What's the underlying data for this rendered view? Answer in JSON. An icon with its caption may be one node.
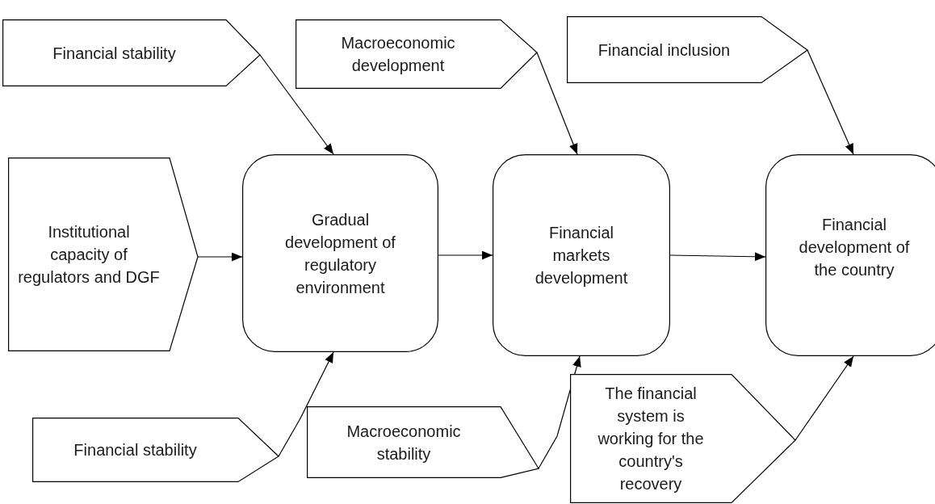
{
  "diagram": {
    "nodes": [
      {
        "text": [
          "Financial stability"
        ]
      },
      {
        "text": [
          "Macroeconomic development"
        ]
      },
      {
        "text": [
          "Financial inclusion"
        ]
      },
      {
        "text": [
          "Institutional capacity of regulators and DGF"
        ]
      },
      {
        "text": [
          "Gradual development of regulatory environment"
        ]
      },
      {
        "text": [
          "Financial markets development"
        ]
      },
      {
        "text": [
          "Financial development of the country"
        ]
      },
      {
        "text": [
          "Financial stability"
        ]
      },
      {
        "text": [
          "Macroeconomic stability"
        ]
      },
      {
        "text": [
          "The financial system is working for the country's recovery"
        ]
      }
    ],
    "edges": [
      {
        "from": 0,
        "to": 4,
        "arrow": "to"
      },
      {
        "from": 1,
        "to": 5,
        "arrow": "to"
      },
      {
        "from": 2,
        "to": 6,
        "arrow": "to"
      },
      {
        "from": 3,
        "to": 4,
        "arrow": "to"
      },
      {
        "from": 4,
        "to": 5,
        "arrow": "to"
      },
      {
        "from": 5,
        "to": 6,
        "arrow": "to"
      },
      {
        "from": 7,
        "to": 4,
        "arrow": "to"
      },
      {
        "from": 8,
        "to": 5,
        "arrow": "to"
      },
      {
        "from": 9,
        "to": 6,
        "arrow": "to"
      }
    ]
  }
}
